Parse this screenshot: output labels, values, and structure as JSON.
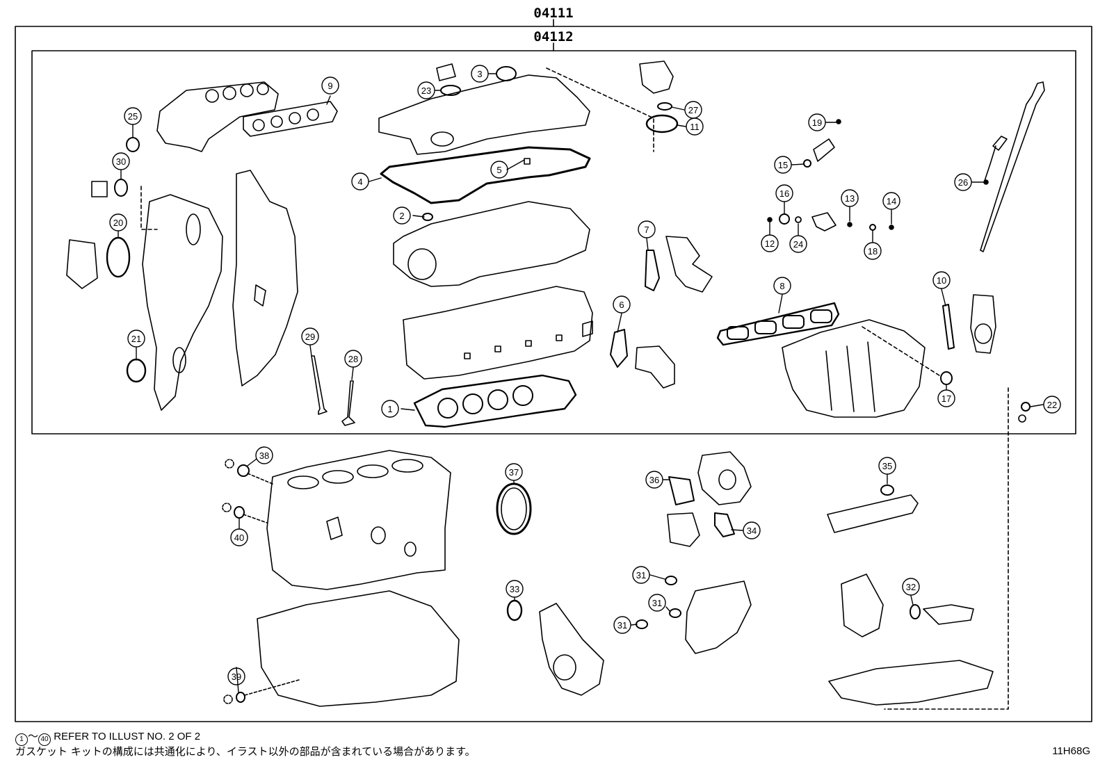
{
  "header": {
    "kit_outer_code": "04111",
    "kit_inner_code": "04112"
  },
  "callouts": [
    "1",
    "2",
    "3",
    "4",
    "5",
    "6",
    "7",
    "8",
    "9",
    "10",
    "11",
    "12",
    "13",
    "14",
    "15",
    "16",
    "17",
    "18",
    "19",
    "20",
    "21",
    "22",
    "23",
    "24",
    "25",
    "26",
    "27",
    "28",
    "29",
    "30",
    "31",
    "31",
    "31",
    "32",
    "33",
    "34",
    "35",
    "36",
    "37",
    "38",
    "39",
    "40"
  ],
  "notes": {
    "range_start": "1",
    "range_sep": "～",
    "range_end": "40",
    "range_text": "REFER TO ILLUST NO. 2 OF 2",
    "japanese_note": "ガスケット キットの構成には共通化により、イラスト以外の部品が含まれている場合があります。"
  },
  "illustration_code": "11H68G"
}
